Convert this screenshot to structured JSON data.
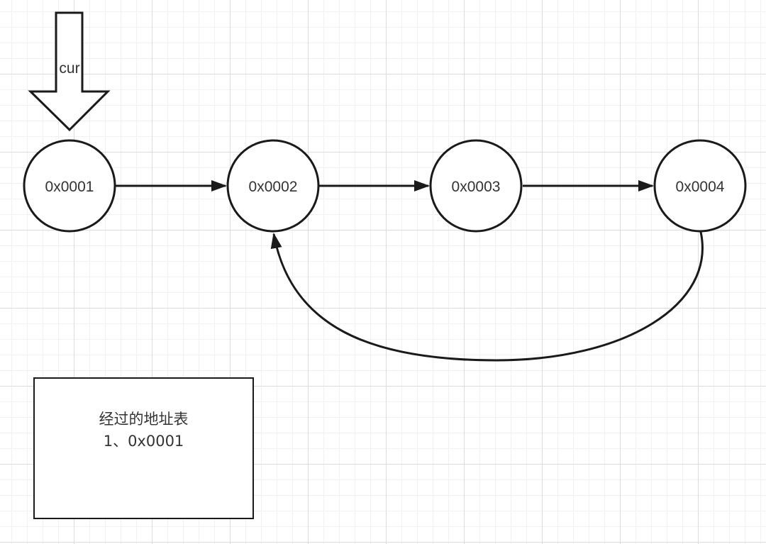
{
  "pointer": {
    "label": "cur"
  },
  "nodes": [
    {
      "id": "n1",
      "label": "0x0001"
    },
    {
      "id": "n2",
      "label": "0x0002"
    },
    {
      "id": "n3",
      "label": "0x0003"
    },
    {
      "id": "n4",
      "label": "0x0004"
    }
  ],
  "edges": [
    {
      "from": "n1",
      "to": "n2"
    },
    {
      "from": "n2",
      "to": "n3"
    },
    {
      "from": "n3",
      "to": "n4"
    },
    {
      "from": "n4",
      "to": "n2"
    }
  ],
  "visited_table": {
    "title": "经过的地址表",
    "entries": [
      "1、0x0001"
    ]
  },
  "colors": {
    "stroke": "#1a1a1a",
    "text": "#333333",
    "node_fill": "#ffffff",
    "grid": "#dcdcdc"
  }
}
